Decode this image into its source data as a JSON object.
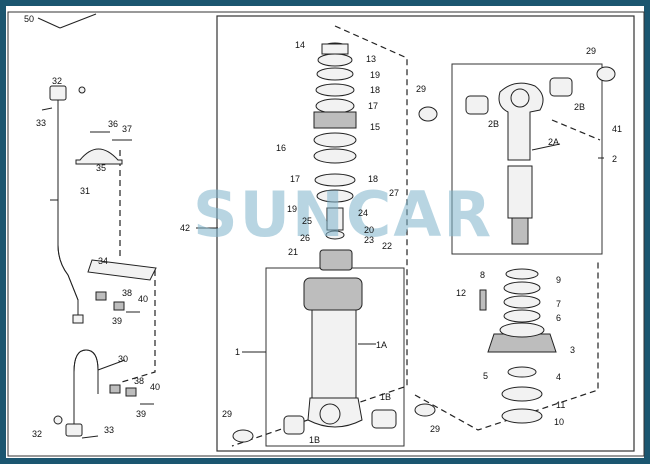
{
  "watermark": "SUNCAR",
  "colors": {
    "frame": "#1b5670",
    "paper": "#ffffff",
    "ink": "#222222",
    "watermark": "#7fb4cc"
  },
  "labels": {
    "l50": "50",
    "l32a": "32",
    "l33a": "33",
    "l36": "36",
    "l37": "37",
    "l35": "35",
    "l31": "31",
    "l34": "34",
    "l38a": "38",
    "l40a": "40",
    "l39a": "39",
    "l30": "30",
    "l38b": "38",
    "l40b": "40",
    "l39b": "39",
    "l32b": "32",
    "l33b": "33",
    "l42": "42",
    "l14": "14",
    "l13": "13",
    "l19a": "19",
    "l18a": "18",
    "l17a": "17",
    "l15": "15",
    "l16": "16",
    "l17b": "17",
    "l18b": "18",
    "l27": "27",
    "l19b": "19",
    "l24": "24",
    "l25": "25",
    "l20": "20",
    "l26": "26",
    "l23": "23",
    "l22": "22",
    "l21": "21",
    "l1": "1",
    "l1A": "1A",
    "l1B_r": "1B",
    "l1B_b": "1B",
    "l29_bl": "29",
    "l29_br": "29",
    "l29_tr": "29",
    "l29_tl": "29",
    "l2B_l": "2B",
    "l2B_r": "2B",
    "l41": "41",
    "l2A": "2A",
    "l2": "2",
    "l8": "8",
    "l9": "9",
    "l7": "7",
    "l6": "6",
    "l12": "12",
    "l3": "3",
    "l5": "5",
    "l4": "4",
    "l11": "11",
    "l10": "10"
  }
}
